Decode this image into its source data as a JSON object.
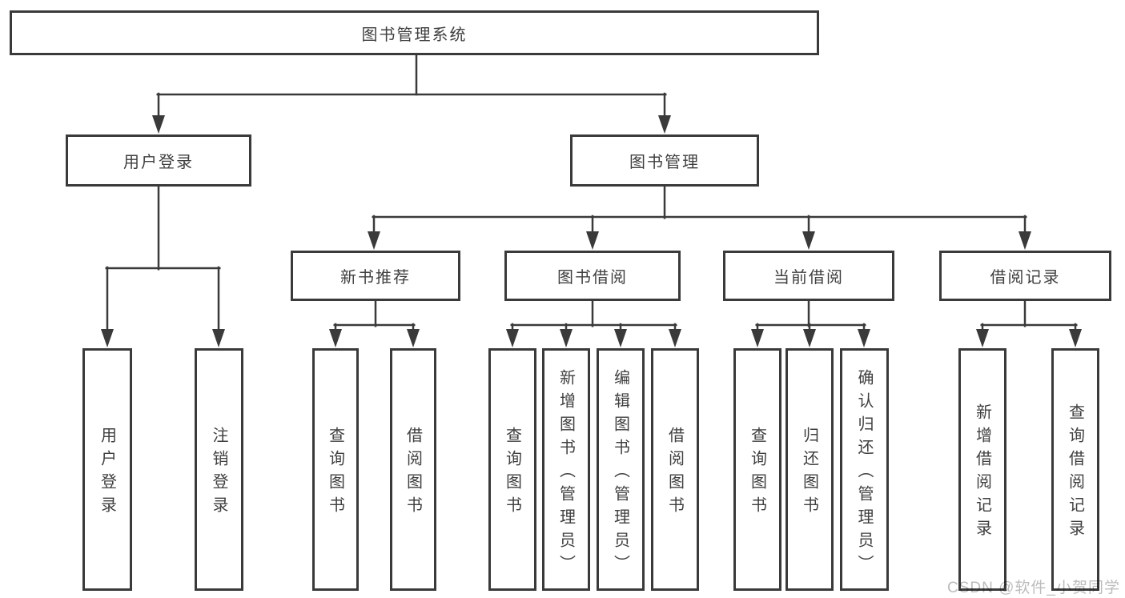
{
  "diagram": {
    "root": {
      "label": "图书管理系统",
      "children": [
        {
          "label": "用户登录",
          "children": [
            {
              "label": "用户登录"
            },
            {
              "label": "注销登录"
            }
          ]
        },
        {
          "label": "图书管理",
          "children": [
            {
              "label": "新书推荐",
              "children": [
                {
                  "label": "查询图书"
                },
                {
                  "label": "借阅图书"
                }
              ]
            },
            {
              "label": "图书借阅",
              "children": [
                {
                  "label": "查询图书"
                },
                {
                  "label": "新增图书（管理员）"
                },
                {
                  "label": "编辑图书（管理员）"
                },
                {
                  "label": "借阅图书"
                }
              ]
            },
            {
              "label": "当前借阅",
              "children": [
                {
                  "label": "查询图书"
                },
                {
                  "label": "归还图书"
                },
                {
                  "label": "确认归还（管理员）"
                }
              ]
            },
            {
              "label": "借阅记录",
              "children": [
                {
                  "label": "新增借阅记录"
                },
                {
                  "label": "查询借阅记录"
                }
              ]
            }
          ]
        }
      ]
    }
  },
  "watermark": {
    "text": "CSDN @软件_小贺同学",
    "color": "#bcbcbc"
  },
  "colors": {
    "line": "#3a3a3a",
    "text": "#3f3f3f",
    "background": "#ffffff"
  }
}
